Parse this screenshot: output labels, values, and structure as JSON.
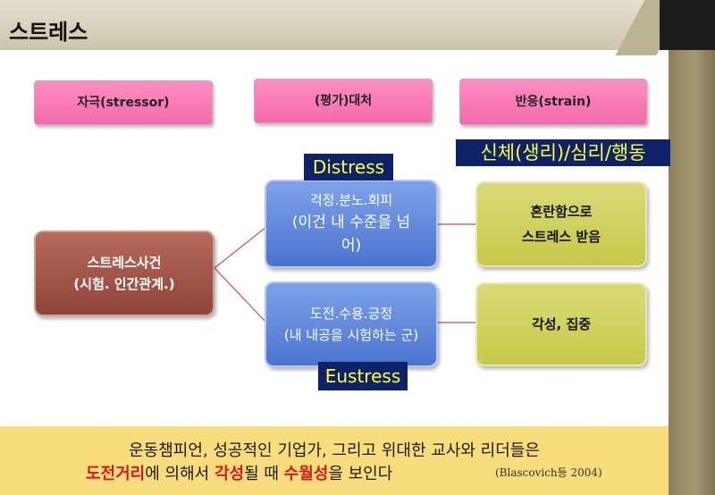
{
  "slide": {
    "title": "스트레스"
  },
  "header_boxes": {
    "stimulus": "자극(stressor)",
    "appraisal": "(평가)대처",
    "response": "반응(strain)"
  },
  "response_domains": "신체(생리)/심리/행동",
  "event": {
    "line1": "스트레스사건",
    "line2": "(시험. 인간관계.)"
  },
  "distress": {
    "label": "Distress",
    "line1": "걱정.분노.회피",
    "line2": "(이건 내 수준을 넘",
    "line3": "어)",
    "outcome_line1": "혼란함으로",
    "outcome_line2": "스트레스 받음"
  },
  "eustress": {
    "label": "Eustress",
    "line1": "도전.수용.긍정",
    "line2": "(내 내공을 시험하는 군)",
    "outcome": "각성, 집중"
  },
  "quote": {
    "line1": "운동챔피언, 성공적인 기업가, 그리고 위대한 교사와 리더들은",
    "h1": "도전거리",
    "t1": "에 의해서 ",
    "h2": "각성",
    "t2": "될 때 ",
    "h3": "수월성",
    "t3": "을 보인다",
    "citation": "(Blascovich등 2004)"
  },
  "colors": {
    "pink": "#f26aaa",
    "event": "#8e4538",
    "blue": "#4c74cf",
    "olive": "#c6c948",
    "navy": "#0e2367",
    "highlight_red": "#d11a1a",
    "connector": "#c0504d",
    "bottom_band": "#f9dc7c"
  }
}
